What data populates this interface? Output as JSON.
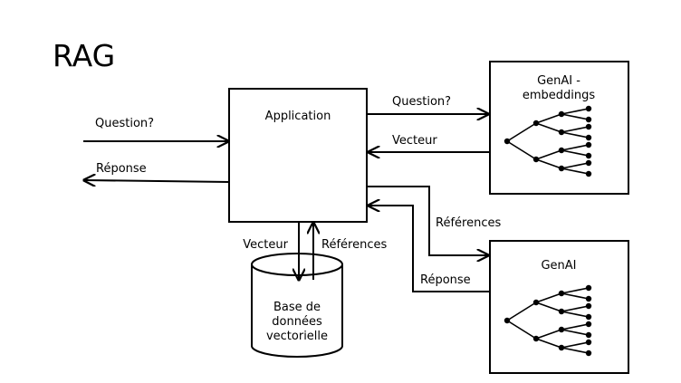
{
  "title": "RAG",
  "nodes": {
    "application": {
      "label": "Application"
    },
    "embeddings": {
      "label_line1": "GenAI -",
      "label_line2": "embeddings"
    },
    "genai": {
      "label": "GenAI"
    },
    "database": {
      "label_line1": "Base de",
      "label_line2": "données",
      "label_line3": "vectorielle"
    }
  },
  "edges": {
    "input_question": "Question?",
    "output_response": "Réponse",
    "to_embeddings_question": "Question?",
    "from_embeddings_vector": "Vecteur",
    "to_db_vector": "Vecteur",
    "from_db_references": "Références",
    "to_genai_references": "Références",
    "from_genai_response": "Réponse"
  }
}
